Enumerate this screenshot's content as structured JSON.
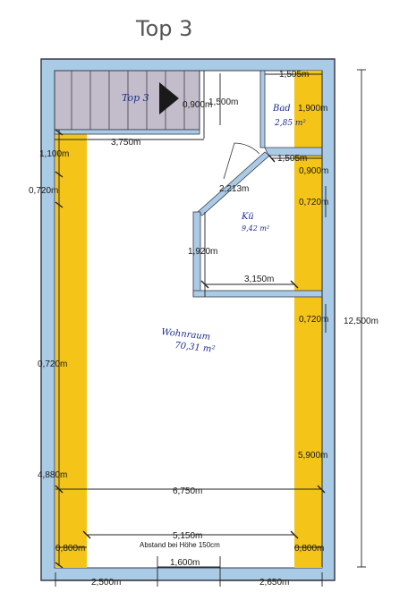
{
  "title": "Top 3",
  "stair_label": "Top 3",
  "rooms": {
    "bath": {
      "name": "Bad",
      "area": "2,85 m²"
    },
    "kitchen": {
      "name": "Kü",
      "area": "9,42 m²"
    },
    "living": {
      "name": "Wohnraum",
      "area": "70,31 m²"
    }
  },
  "dimensions": {
    "d_1505_top": "1,505m",
    "d_12500": "12,500m",
    "d_1500": "1,500m",
    "d_0900_a": "0,900m",
    "d_1900": "1,900m",
    "d_3750": "3,750m",
    "d_1100": "1,100m",
    "d_1505_mid": "1,505m",
    "d_0900_b": "0,900m",
    "d_0720_a": "0,720m",
    "d_2213": "2,213m",
    "d_0720_b": "0,720m",
    "d_1920": "1,920m",
    "d_3150": "3,150m",
    "d_0720_c": "0,720m",
    "d_0720_d": "0,720m",
    "d_5900": "5,900m",
    "d_4880": "4,880m",
    "d_6750": "6,750m",
    "d_5150": "5,150m",
    "d_0800_l": "0,800m",
    "d_0800_r": "0,800m",
    "d_1600": "1,600m",
    "d_2500": "2,500m",
    "d_2650": "2,650m"
  },
  "note": "Abstand bei Höhe 150cm",
  "colors": {
    "wall": "#a9cbe6",
    "wall_edge": "#3b3b4a",
    "yellow": "#f4c518",
    "stair": "#c3bccb",
    "line": "#222222"
  }
}
